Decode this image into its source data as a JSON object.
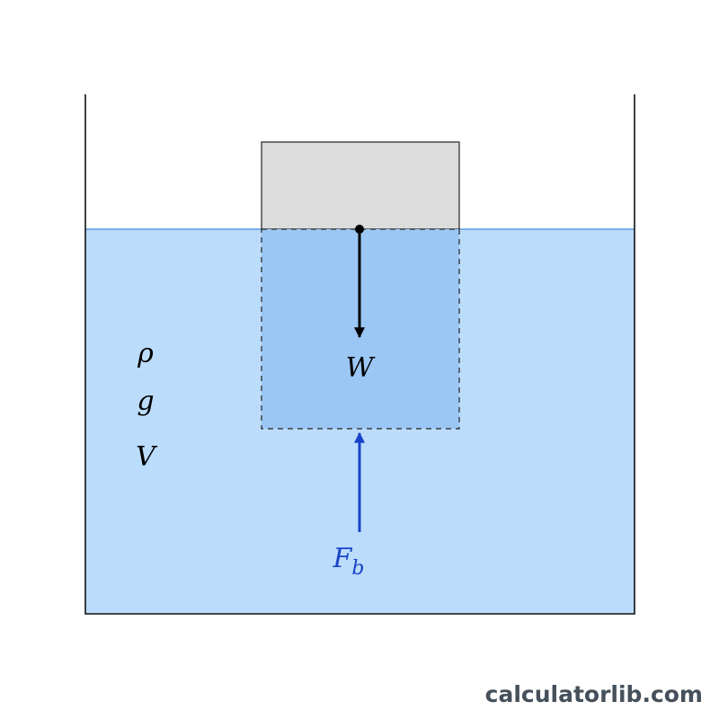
{
  "labels": {
    "density": "ρ",
    "gravity": "g",
    "volume": "V",
    "weight": "W",
    "buoyant_main": "F",
    "buoyant_sub": "b"
  },
  "watermark": "calculatorlib.com",
  "colors": {
    "fluid_fill": "#bbdcfb",
    "fluid_surface": "#5b9be8",
    "submerged_fill": "#9bc7f5",
    "block_fill": "#dcdcdc",
    "weight_arrow": "#000000",
    "buoyant_arrow": "#1843c8",
    "watermark": "#45505a",
    "outline": "#000000"
  }
}
